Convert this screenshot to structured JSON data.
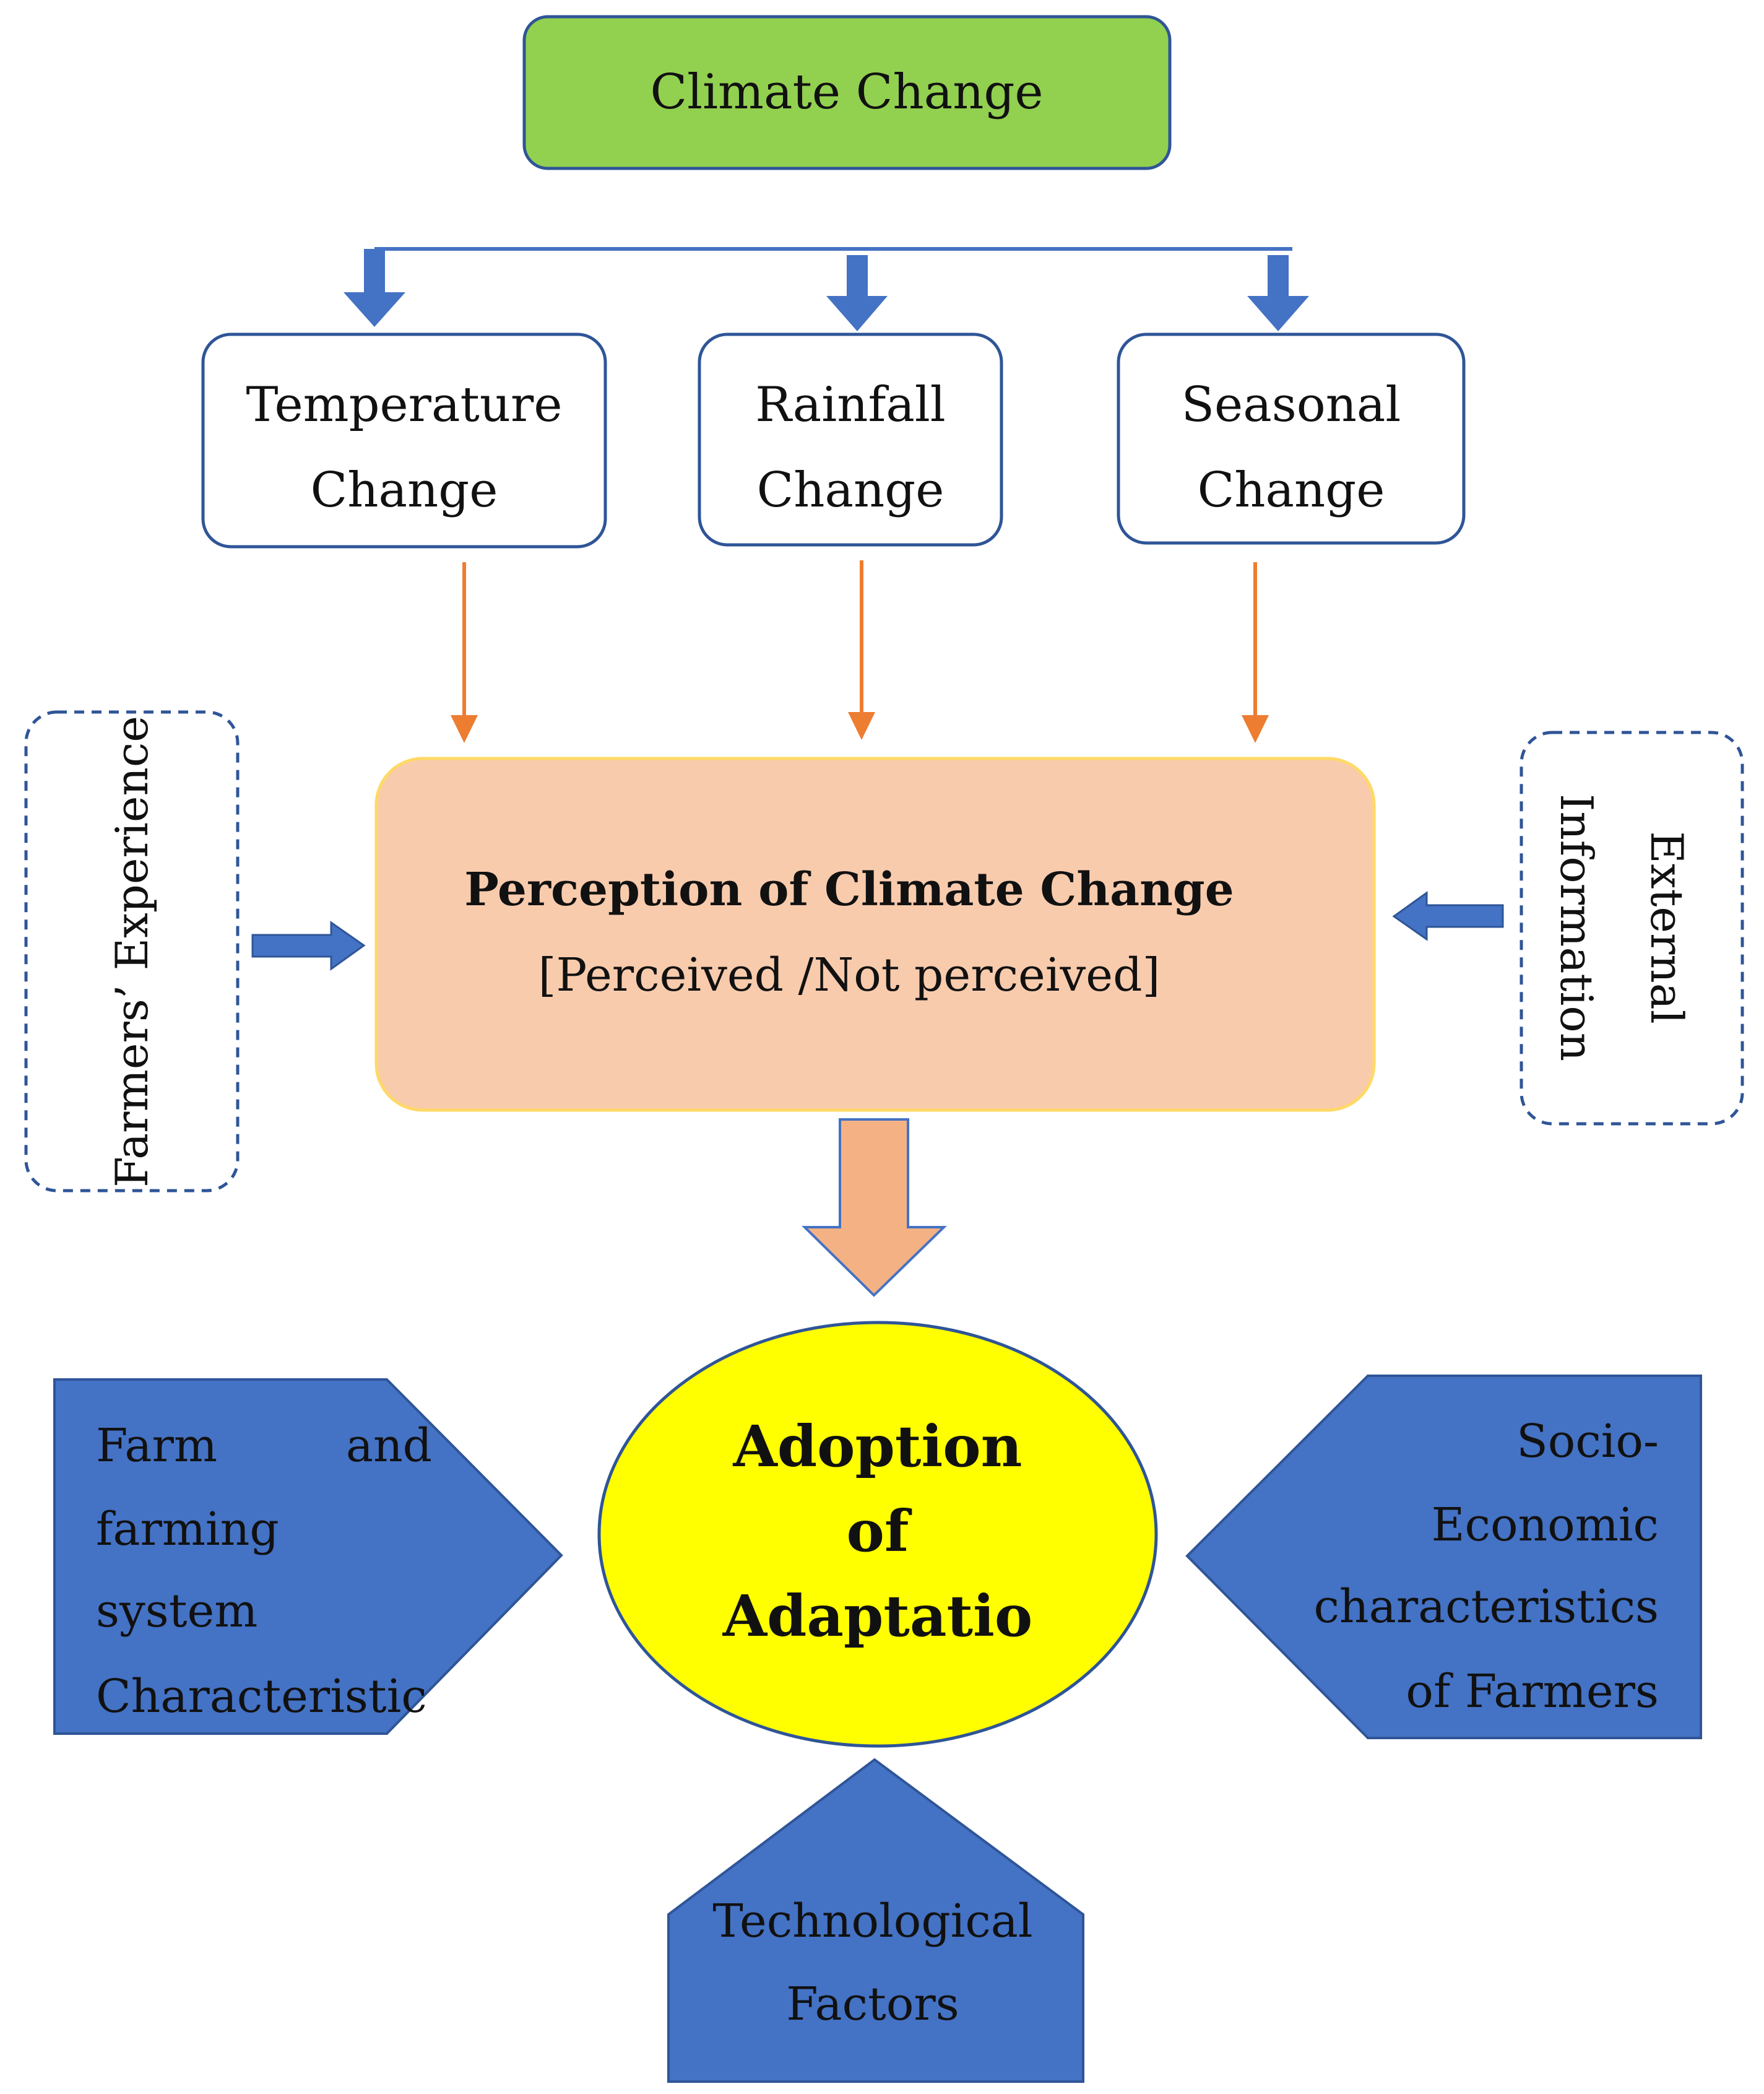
{
  "colors": {
    "top_box_fill": "#92d050",
    "box_border": "#2f5597",
    "blue_arrow": "#4472c4",
    "orange_arrow": "#ed7d31",
    "perception_fill": "#f8cbad",
    "perception_border": "#ffd966",
    "down_arrow_fill": "#f4b183",
    "ellipse_fill": "#ffff00",
    "pentagon_fill": "#4472c4"
  },
  "nodes": {
    "climate_change": "Climate Change",
    "temperature": {
      "line1": "Temperature",
      "line2": "Change"
    },
    "rainfall": {
      "line1": "Rainfall",
      "line2": "Change"
    },
    "seasonal": {
      "line1": "Seasonal",
      "line2": "Change"
    },
    "farmers_experience": "Farmers’ Experience",
    "external_information": {
      "line1": "External",
      "line2": "Information"
    },
    "perception": {
      "title": "Perception of Climate Change",
      "subtitle": "[Perceived /Not perceived]"
    },
    "adoption": {
      "line1": "Adoption",
      "line2": "of",
      "line3": "Adaptatio"
    },
    "farm_system": {
      "line1a": "Farm",
      "line1b": "and",
      "line2": "farming",
      "line3": "system",
      "line4": "Characteristic"
    },
    "socio_economic": {
      "line1": "Socio-",
      "line2": "Economic",
      "line3": "characteristics",
      "line4": "of Farmers"
    },
    "technological": {
      "line1": "Technological",
      "line2": "Factors"
    }
  }
}
